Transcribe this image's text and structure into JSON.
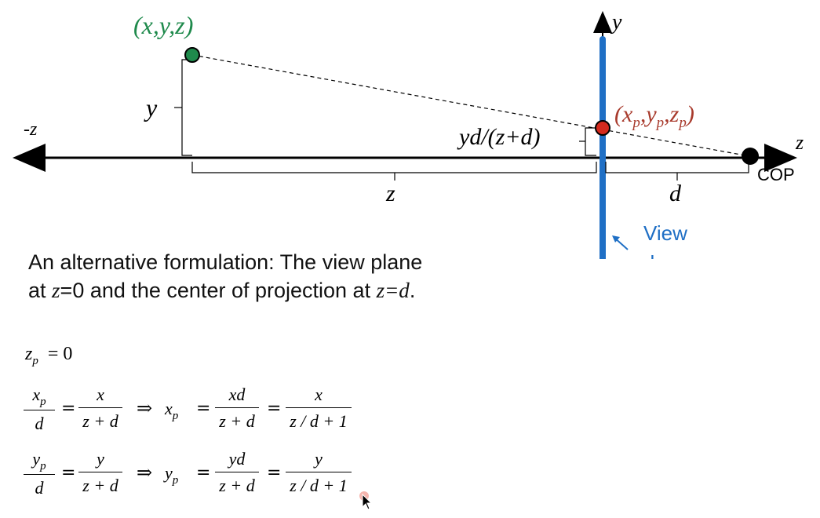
{
  "diagram": {
    "labels": {
      "point": "(x,y,z)",
      "neg_z": "-z",
      "z_axis": "z",
      "y_axis": "y",
      "y_height": "y",
      "proj_height": "yd/(z+d)",
      "z_dist": "z",
      "d_dist": "d",
      "cop": "COP",
      "view_plane_line1": "View",
      "view_plane_line2": "plane",
      "proj_point_prefix": "(x",
      "proj_point_sub1": "p",
      "proj_point_mid1": ",y",
      "proj_point_sub2": "p",
      "proj_point_mid2": ",z",
      "proj_point_sub3": "p",
      "proj_point_suffix": ")"
    },
    "colors": {
      "point_green": "#1f8a4c",
      "proj_red": "#a83a2c",
      "view_plane_blue": "#1f6fc5",
      "axis_black": "#000000"
    }
  },
  "caption": {
    "line1": "An alternative formulation: The view plane",
    "line2_a": "at ",
    "line2_z": "z",
    "line2_b": "=0 and the center of projection at ",
    "line2_zd": "z=d",
    "line2_c": "."
  },
  "equations": {
    "zp": {
      "var": "z",
      "sub": "p",
      "rhs": "= 0"
    },
    "xp": {
      "num1": "x",
      "sub1": "p",
      "den1": "d",
      "eq": "=",
      "num2": "x",
      "den2": "z + d",
      "implies": "⇒",
      "lhs": "x",
      "lhs_sub": "p",
      "eq2": "=",
      "num3": "xd",
      "den3": "z + d",
      "eq3": "=",
      "num4": "x",
      "den4": "z / d + 1"
    },
    "yp": {
      "num1": "y",
      "sub1": "p",
      "den1": "d",
      "eq": "=",
      "num2": "y",
      "den2": "z + d",
      "implies": "⇒",
      "lhs": "y",
      "lhs_sub": "p",
      "eq2": "=",
      "num3": "yd",
      "den3": "z + d",
      "eq3": "=",
      "num4": "y",
      "den4": "z / d + 1"
    }
  }
}
